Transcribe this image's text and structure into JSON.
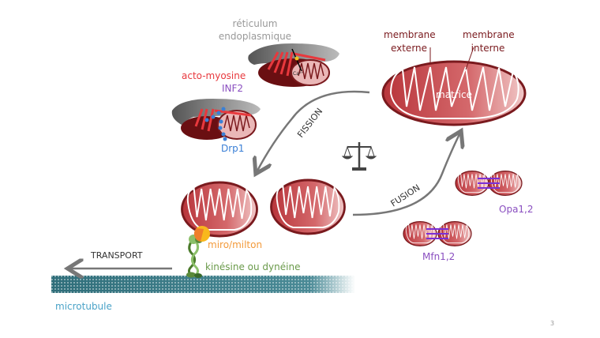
{
  "labels": {
    "er_line1": "réticulum",
    "er_line2": "endoplasmique",
    "acto_myosine": "acto-myosine",
    "inf2": "INF2",
    "drp1": "Drp1",
    "calcium": "Ca²⁺",
    "membrane_externe_1": "membrane",
    "membrane_externe_2": "externe",
    "membrane_interne_1": "membrane",
    "membrane_interne_2": "interne",
    "matrice": "matrice",
    "fission": "FISSION",
    "fusion": "FUSION",
    "opa": "Opa1,2",
    "mfn": "Mfn1,2",
    "miro": "miro/milton",
    "kinesin": "kinésine ou dynéine",
    "transport": "TRANSPORT",
    "microtubule": "microtubule",
    "page_number": "3"
  },
  "colors": {
    "mito_fill": "#c8454a",
    "mito_outline": "#7a1a1e",
    "er_gray": "#6b6b6b",
    "acto_red": "#e8383d",
    "inf2_purple": "#8a4fc0",
    "drp1_blue": "#3a7fd6",
    "miro_orange": "#f39a3a",
    "kinesin_green": "#6a9a4a",
    "microtubule_blue": "#4aa3c8",
    "arrow_gray": "#777777"
  },
  "icons": [
    "balance-scale-icon"
  ]
}
